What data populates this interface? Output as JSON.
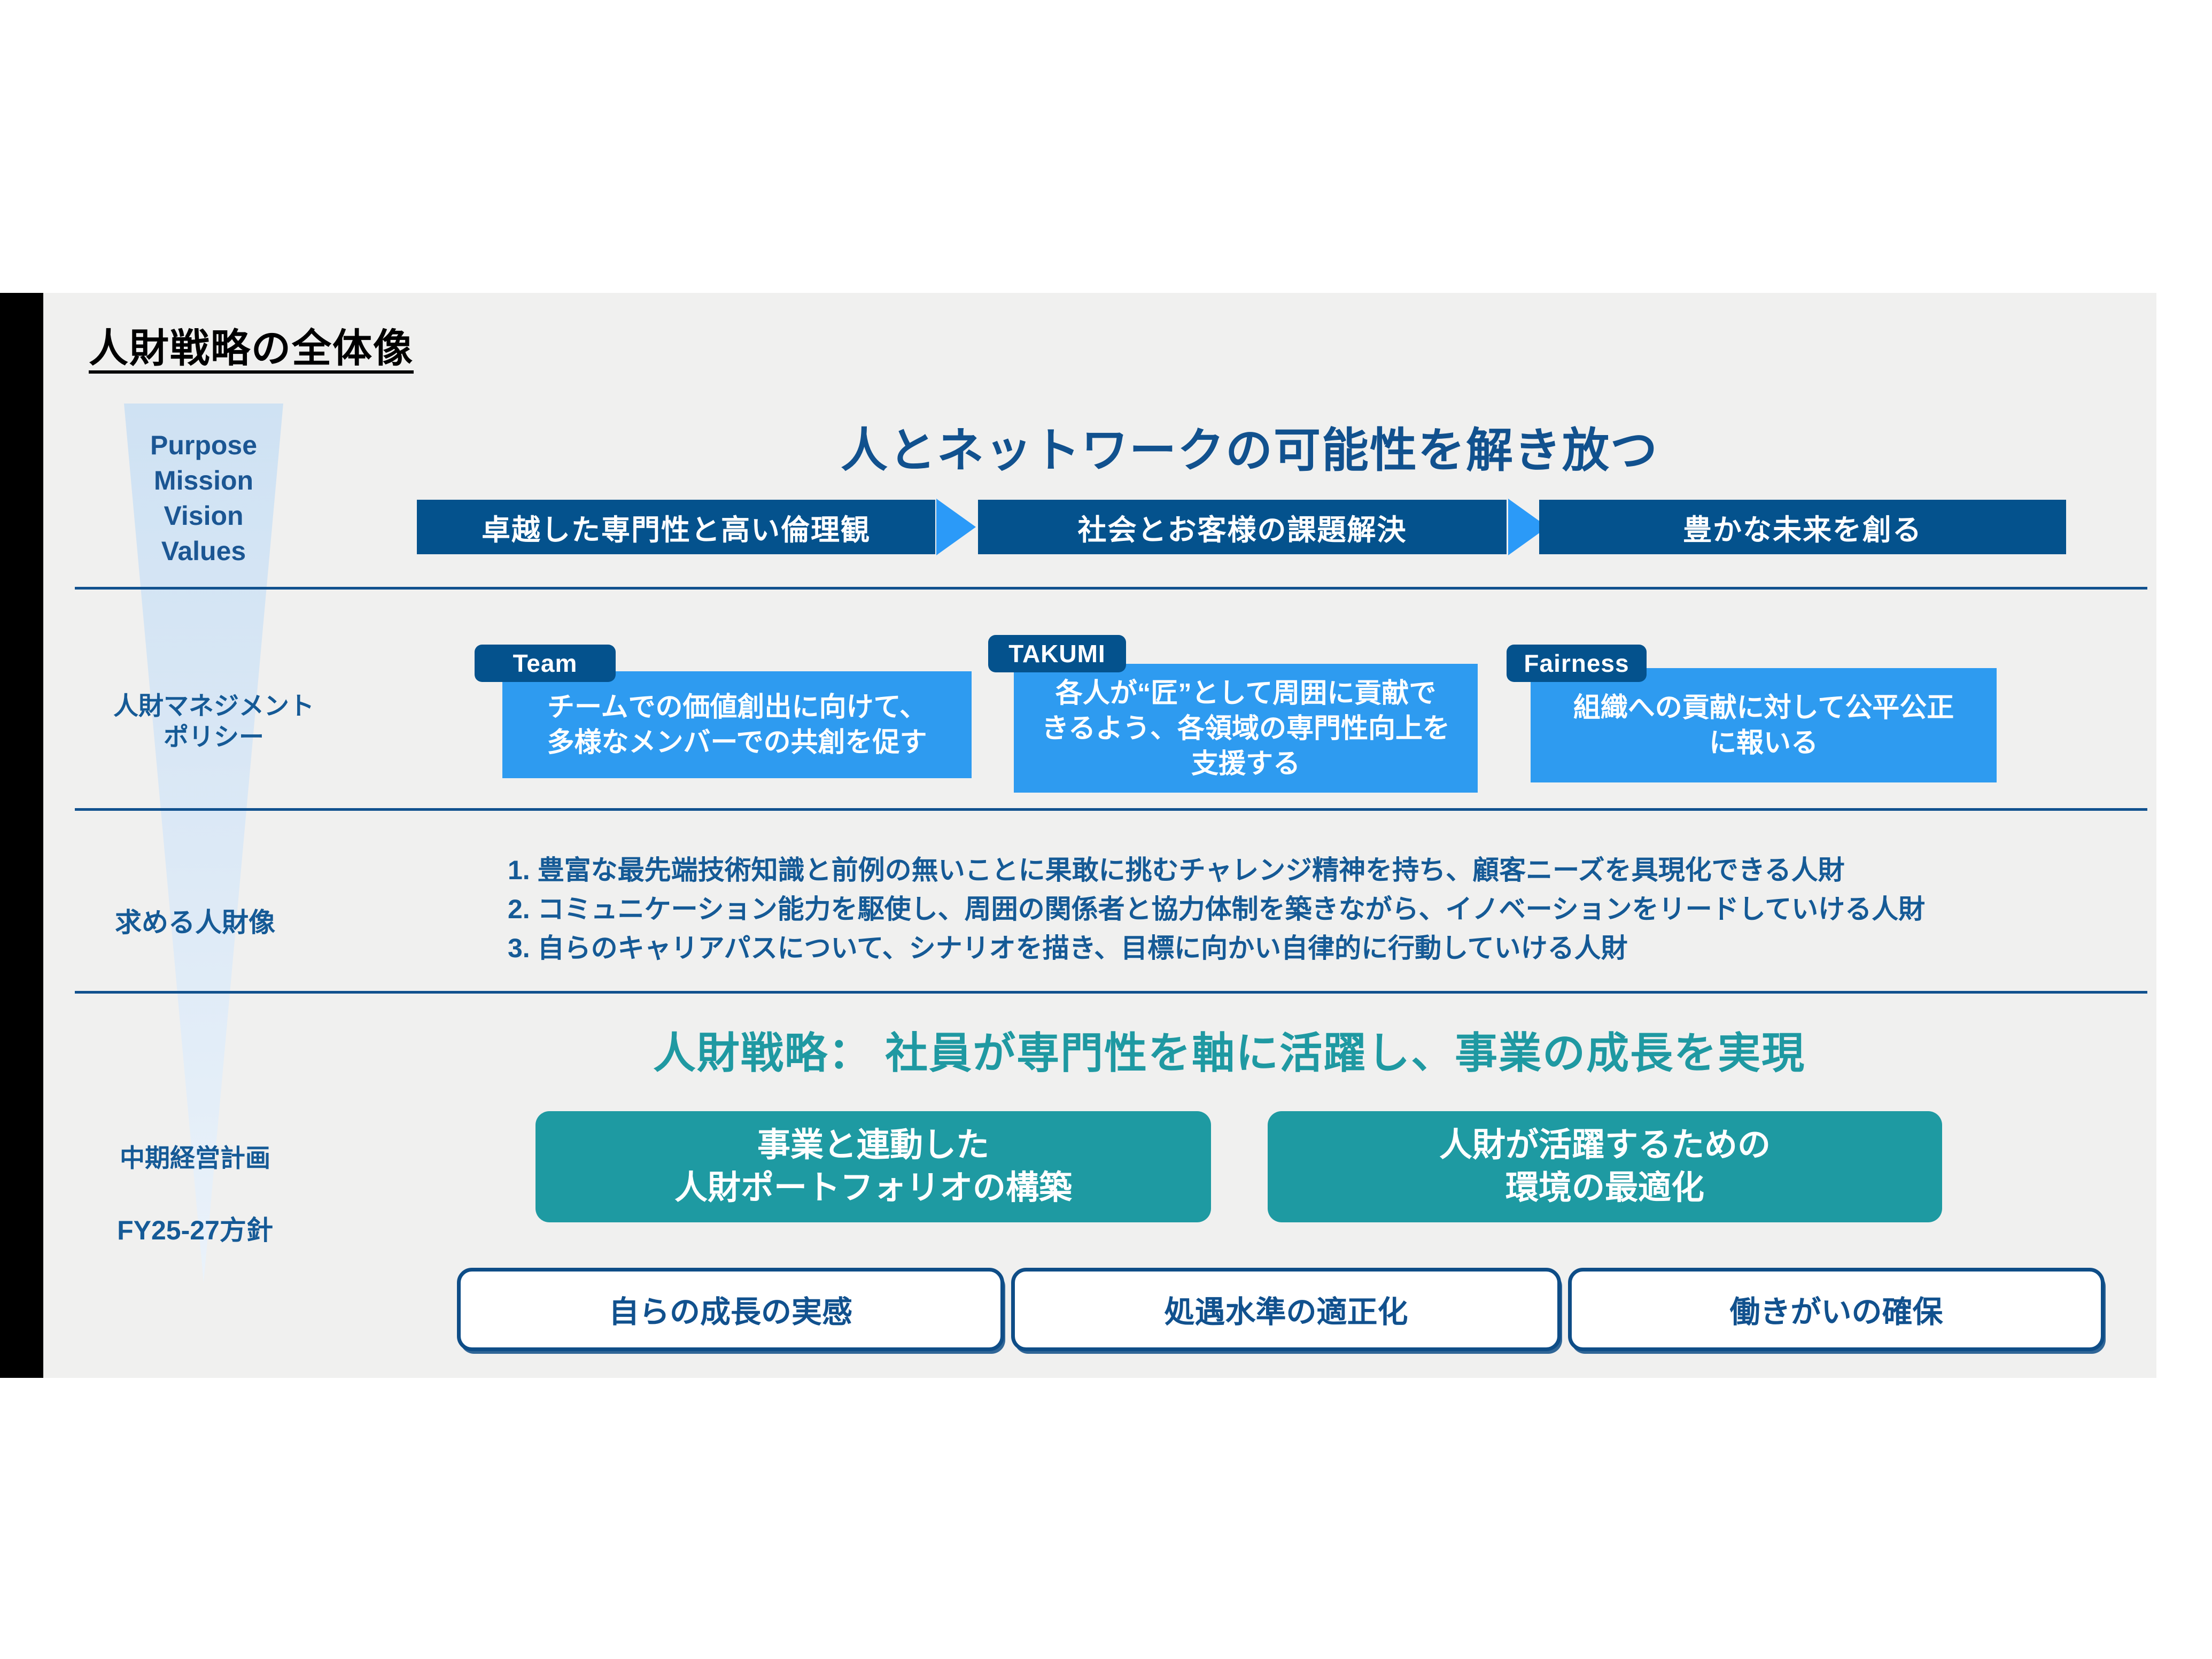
{
  "page": {
    "title": "人財戦略の全体像"
  },
  "colors": {
    "navy": "#04528D",
    "navy_text": "#155A96",
    "bright_blue": "#2E9BF0",
    "arrow_blue": "#2B9AF8",
    "teal": "#1E9AA2",
    "funnel_light_blue": "#D9E7F5",
    "panel_gray": "#F0F0EF",
    "side_bar_black": "#000000"
  },
  "pmvv": {
    "label": "Purpose\nMission\nVision\nValues",
    "headline": "人とネットワークの可能性を解き放つ",
    "steps": [
      "卓越した専門性と高い倫理観",
      "社会とお客様の課題解決",
      "豊かな未来を創る"
    ]
  },
  "policy": {
    "label": "人財マネジメント\nポリシー",
    "cards": [
      {
        "badge": "Team",
        "text": "チームでの価値創出に向けて、\n多様なメンバーでの共創を促す"
      },
      {
        "badge": "TAKUMI",
        "text": "各人が“匠”として周囲に貢献で\nきるよう、各領域の専門性向上を\n支援する"
      },
      {
        "badge": "Fairness",
        "text": "組織への貢献に対して公平公正\nに報いる"
      }
    ]
  },
  "persona": {
    "label": "求める人財像",
    "items": [
      "1. 豊富な最先端技術知識と前例の無いことに果敢に挑むチャレンジ精神を持ち、顧客ニーズを具現化できる人財",
      "2. コミュニケーション能力を駆使し、周囲の関係者と協力体制を築きながら、イノベーションをリードしていける人財",
      "3. 自らのキャリアパスについて、シナリオを描き、目標に向かい自律的に行動していける人財"
    ]
  },
  "strategy": {
    "plan_label": "中期経営計画",
    "fy_label": "FY25-27方針",
    "headline": "人財戦略：  社員が専門性を軸に活躍し、事業の成長を実現",
    "pillars": [
      "事業と連動した\n人財ポートフォリオの構築",
      "人財が活躍するための\n環境の最適化"
    ],
    "outcomes": [
      "自らの成長の実感",
      "処遇水準の適正化",
      "働きがいの確保"
    ]
  }
}
